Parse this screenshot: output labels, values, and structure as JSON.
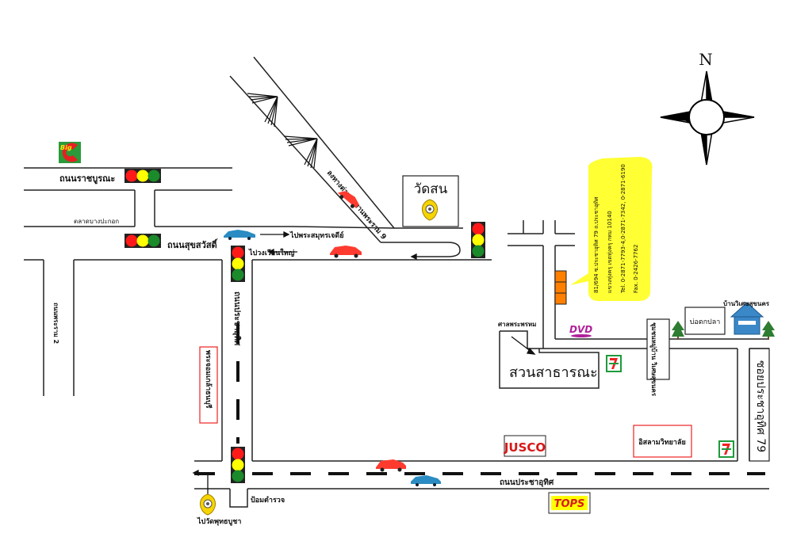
{
  "compass": {
    "north_label": "N"
  },
  "roads": {
    "ratchaburana": "ถนนราชบูรณะ",
    "suksawat": "ถนนสุขสวัสดิ์",
    "rama2": "ถนนพระราม 2",
    "rama9_expressway": "ลงทางด่วนสะพานพระราม 9",
    "pracha_uthit_vertical": "ถนนประชาอุทิศ",
    "pracha_uthit_bottom": "ถนนประชาอุทิศ",
    "soi_79": "ซอยประชาอุทิศ 79"
  },
  "directions": {
    "to_phra_samut_chedi": "ไปพระสมุทรเจดีย์",
    "to_wongwian_yai": "ไปวงเวียนใหญ่",
    "to_wat_phutthabucha": "ไปวัดพุทธบูชา"
  },
  "landmarks": {
    "big_c": "Big",
    "bang_pakok_market": "ตลาดบางปะกอก",
    "wat_son": "วัดสน",
    "phra_chom_klao_hospital": "พระจอมเกล้าธนบุรี",
    "police_box": "ป้อมตำรวจ",
    "shrine": "ศาลพระพรหม",
    "public_park": "สวนสาธารณะ",
    "dvd_shop": "DVD",
    "village_sign": "ชุมชนหมู่บ้าน วิเศษสุขนคร",
    "fish_pond": "บ่อตกปลา",
    "wisetsuk_nakhon_house": "บ้านวิเศษสุขนคร",
    "jusco": "JUSCO",
    "islam_college": "อิสลามวิทยาลัย",
    "tops": "TOPS",
    "seven_eleven": "7"
  },
  "address_callout": {
    "line1": "81/694 ซ.ประชาอุทิศ 79 ถ.ประชาอุทิศ",
    "line2": "แขวงทุ่งครุ เขตทุ่งครุ กทม 10140",
    "line3": "Tel. 0-2871-7793-4,0-2871-7342, 0-2871-6190",
    "line4": "Fax. 0-2426-7762"
  },
  "colors": {
    "light_red": "#ff1a1a",
    "light_yellow": "#ffff00",
    "light_green": "#1a8a2a",
    "callout_yellow": "#ffff33",
    "building_orange": "#ff7f00",
    "car_red": "#ff3b2f",
    "car_blue": "#2a8cc2",
    "dvd_purple": "#b0209a",
    "house_blue": "#3a88c8"
  }
}
